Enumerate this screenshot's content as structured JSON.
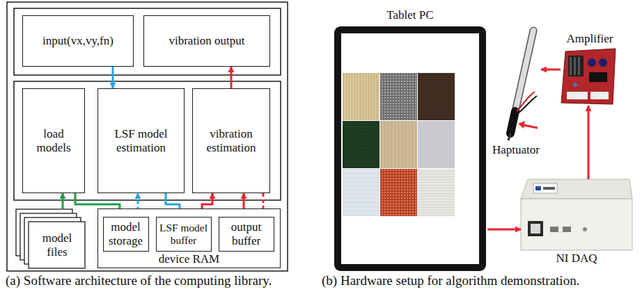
{
  "diagram": {
    "nodes": [
      {
        "text": [
          "input(vx,vy,fn)"
        ]
      },
      {
        "text": [
          "vibration output"
        ]
      },
      {
        "text": [
          "load models"
        ]
      },
      {
        "text": [
          "LSF model estimation"
        ]
      },
      {
        "text": [
          "vibration estimation"
        ]
      },
      {
        "text": [
          "model files"
        ]
      },
      {
        "text": [
          "device RAM"
        ]
      },
      {
        "text": [
          "model storage"
        ],
        "in": 6
      },
      {
        "text": [
          "LSF model buffer"
        ],
        "in": 6
      },
      {
        "text": [
          "output buffer"
        ],
        "in": 6
      },
      {
        "text": [
          "Tablet PC"
        ]
      },
      {
        "text": [
          "Haptuator"
        ]
      },
      {
        "text": [
          "Amplifier"
        ]
      },
      {
        "text": [
          "NI DAQ"
        ]
      }
    ],
    "edges": [
      {
        "from": 0,
        "to": 3,
        "arrow": "to"
      },
      {
        "from": 4,
        "to": 1,
        "arrow": "to"
      },
      {
        "from": 5,
        "to": 2,
        "arrow": "to"
      },
      {
        "from": 2,
        "to": 7,
        "arrow": "to"
      },
      {
        "from": 7,
        "to": 3,
        "arrow": "to"
      },
      {
        "from": 3,
        "to": 8,
        "arrow": "to"
      },
      {
        "from": 8,
        "to": 4,
        "arrow": "to"
      },
      {
        "from": 9,
        "to": 4,
        "arrow": "to"
      },
      {
        "from": 4,
        "to": 9,
        "arrow": "to"
      },
      {
        "from": 10,
        "to": 13,
        "arrow": "to"
      },
      {
        "from": 13,
        "to": 12,
        "arrow": "to"
      },
      {
        "from": 12,
        "to": 11,
        "arrow": "to"
      }
    ],
    "labels": [
      "(a) Software architecture of the computing library.",
      "(b) Hardware setup for algorithm demonstration."
    ]
  }
}
